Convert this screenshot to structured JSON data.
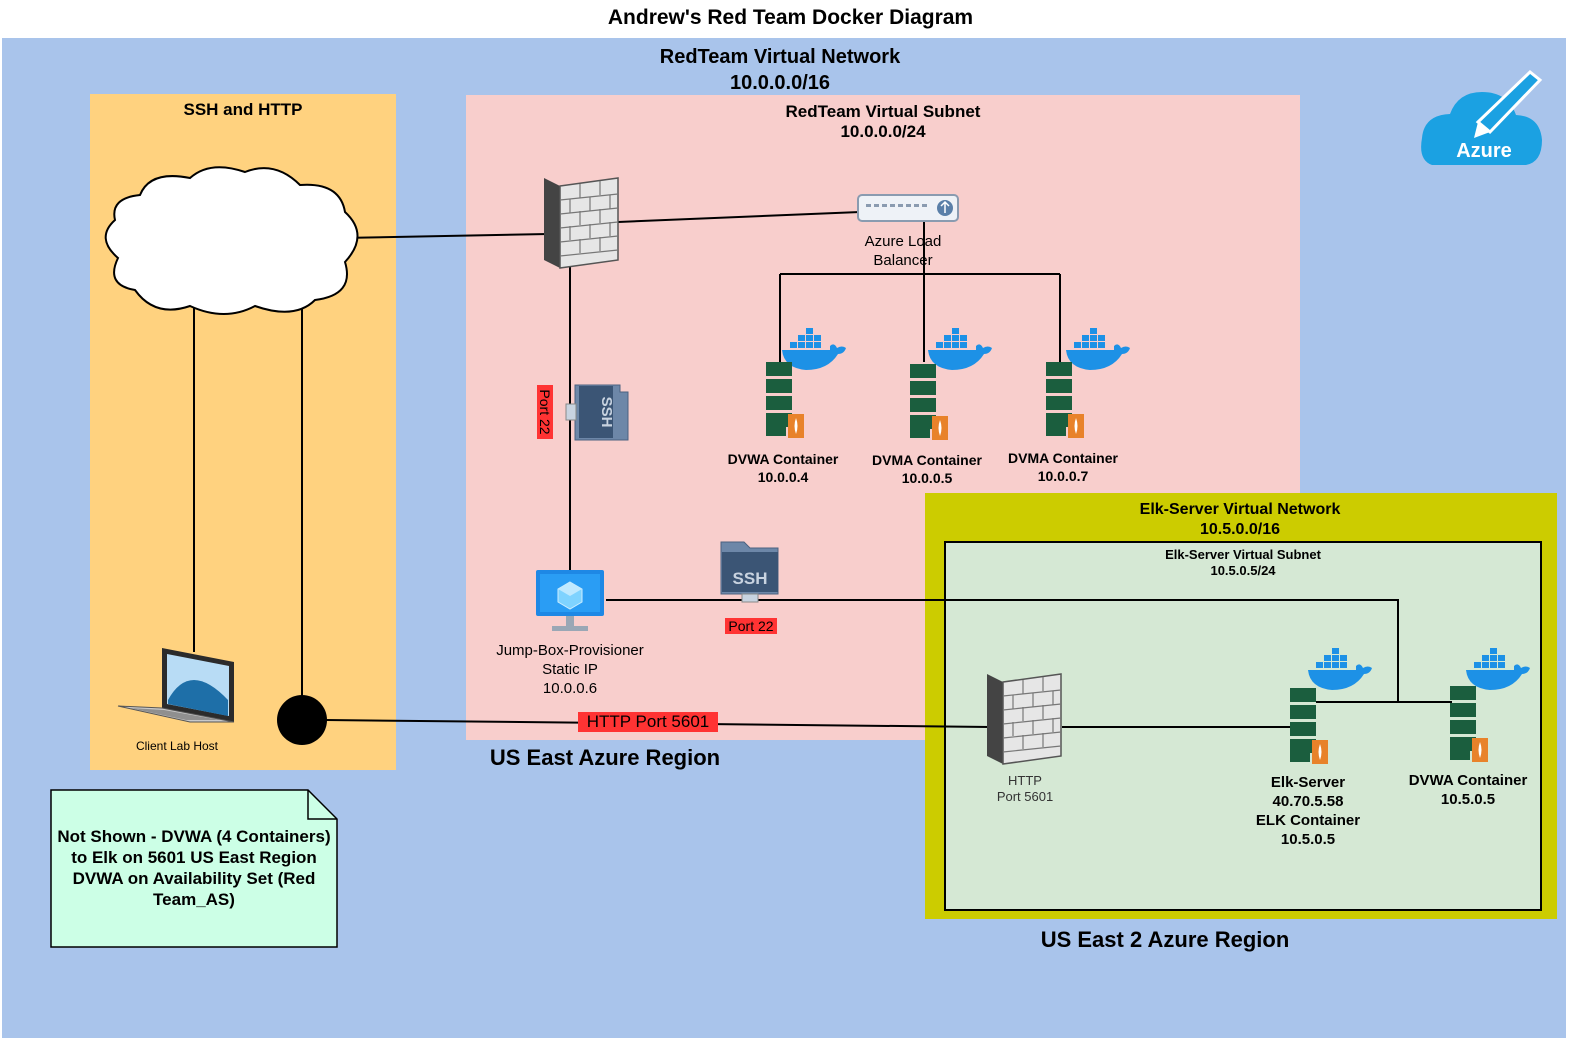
{
  "title": "Andrew's Red Team Docker Diagram",
  "vnet": {
    "name": "RedTeam Virtual Network",
    "cidr": "10.0.0.0/16"
  },
  "ssh_zone": {
    "label": "SSH and HTTP"
  },
  "subnet": {
    "name": "RedTeam Virtual Subnet",
    "cidr": "10.0.0.0/24"
  },
  "azure_logo": {
    "label": "Azure",
    "icon": "azure-cloud-pencil-icon",
    "color": "#1ba1e2"
  },
  "load_balancer": {
    "line1": "Azure Load",
    "line2": "Balancer"
  },
  "containers": [
    {
      "name": "DVWA Container",
      "ip": "10.0.0.4"
    },
    {
      "name": "DVMA Container",
      "ip": "10.0.0.5"
    },
    {
      "name": "DVMA Container",
      "ip": "10.0.0.7"
    }
  ],
  "port22_vertical": "Port 22",
  "port22_horizontal": "Port 22",
  "ssh_icon_label": "SSH",
  "jumpbox": {
    "line1": "Jump-Box-Provisioner",
    "line2": "Static IP",
    "line3": "10.0.0.6"
  },
  "client": {
    "label": "Client Lab Host"
  },
  "http_port": "HTTP Port 5601",
  "region_east": "US East Azure Region",
  "region_east2": "US East 2 Azure Region",
  "elk_vnet": {
    "name": "Elk-Server Virtual Network",
    "cidr": "10.5.0.0/16"
  },
  "elk_subnet": {
    "name": "Elk-Server Virtual Subnet",
    "cidr": "10.5.0.5/24"
  },
  "elk_firewall": {
    "line1": "HTTP",
    "line2": "Port 5601"
  },
  "elk_server": {
    "line1": "Elk-Server",
    "line2": "40.70.5.58",
    "line3": "ELK Container",
    "line4": "10.5.0.5"
  },
  "elk_dvwa": {
    "line1": "DVWA Container",
    "line2": "10.5.0.5"
  },
  "note": "Not Shown - DVWA (4 Containers) to Elk on 5601 US East Region DVWA on Availability Set (Red Team_AS)",
  "colors": {
    "vnet": "#a9c4eb",
    "ssh_zone": "#ffd27f",
    "subnet": "#f8cecc",
    "elk_vnet": "#cccc00",
    "elk_subnet": "#d5e8d4",
    "note": "#ccffe6",
    "docker_blue": "#1d91e6",
    "server_green": "#1b5e3e",
    "port_tag": "#ff3333"
  }
}
